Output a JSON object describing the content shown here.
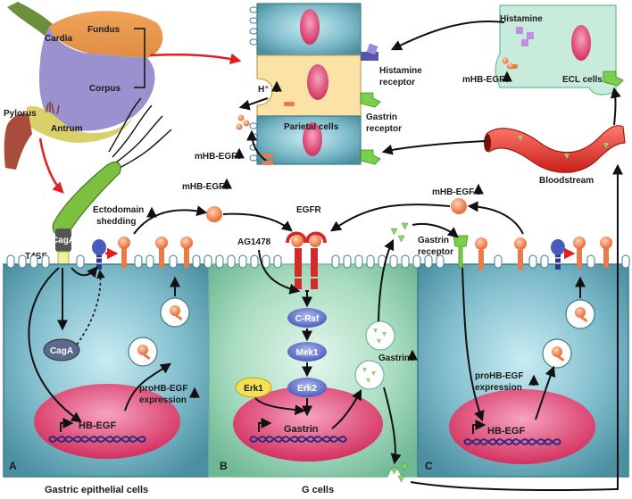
{
  "stomach": {
    "cardia": "Cardia",
    "fundus": "Fundus",
    "corpus": "Corpus",
    "pylorus": "Pylorus",
    "antrum": "Antrum"
  },
  "top": {
    "histamine": "Histamine",
    "histamine_receptor_1": "Histamine",
    "histamine_receptor_2": "receptor",
    "h_plus": "H⁺",
    "parietal_cells": "Parietal cells",
    "gastrin_receptor_1": "Gastrin",
    "gastrin_receptor_2": "receptor",
    "mhb_egf_left": "mHB-EGF",
    "mhb_egf_right": "mHB-EGF",
    "ecl_cells": "ECL cells",
    "bloodstream": "Bloodstream"
  },
  "panel_a": {
    "letter": "A",
    "title": "Gastric epithelial cells",
    "t4ss": "T4SS",
    "caga_bacterium": "CagA",
    "caga_cell": "CagA",
    "ectodomain_1": "Ectodomain",
    "ectodomain_2": "shedding",
    "mhb_egf": "mHB-EGF",
    "prohb_1": "proHB-EGF",
    "prohb_2": "expression",
    "hb_egf_gene": "HB-EGF"
  },
  "panel_b": {
    "letter": "B",
    "title": "G cells",
    "egfr": "EGFR",
    "ag1478": "AG1478",
    "craf": "C-Raf",
    "mek1": "Mek1",
    "erk1": "Erk1",
    "erk2": "Erk2",
    "gastrin_gene": "Gastrin",
    "gastrin": "Gastrin"
  },
  "panel_c": {
    "letter": "C",
    "mhb_egf": "mHB-EGF",
    "gastrin_receptor_1": "Gastrin",
    "gastrin_receptor_2": "receptor",
    "prohb_1": "proHB-EGF",
    "prohb_2": "expression",
    "hb_egf_gene": "HB-EGF"
  },
  "colors": {
    "cell_teal": "#5fa3b3",
    "cell_green": "#9cd3b8",
    "nucleus_pink": "#e04a7a",
    "ligand_orange": "#f08a5a",
    "bloodstream_red": "#e83a32",
    "gastrin_green": "#8fd36a",
    "kinase_blue": "#5b6fc7",
    "erk1_yellow": "#f2e055"
  }
}
